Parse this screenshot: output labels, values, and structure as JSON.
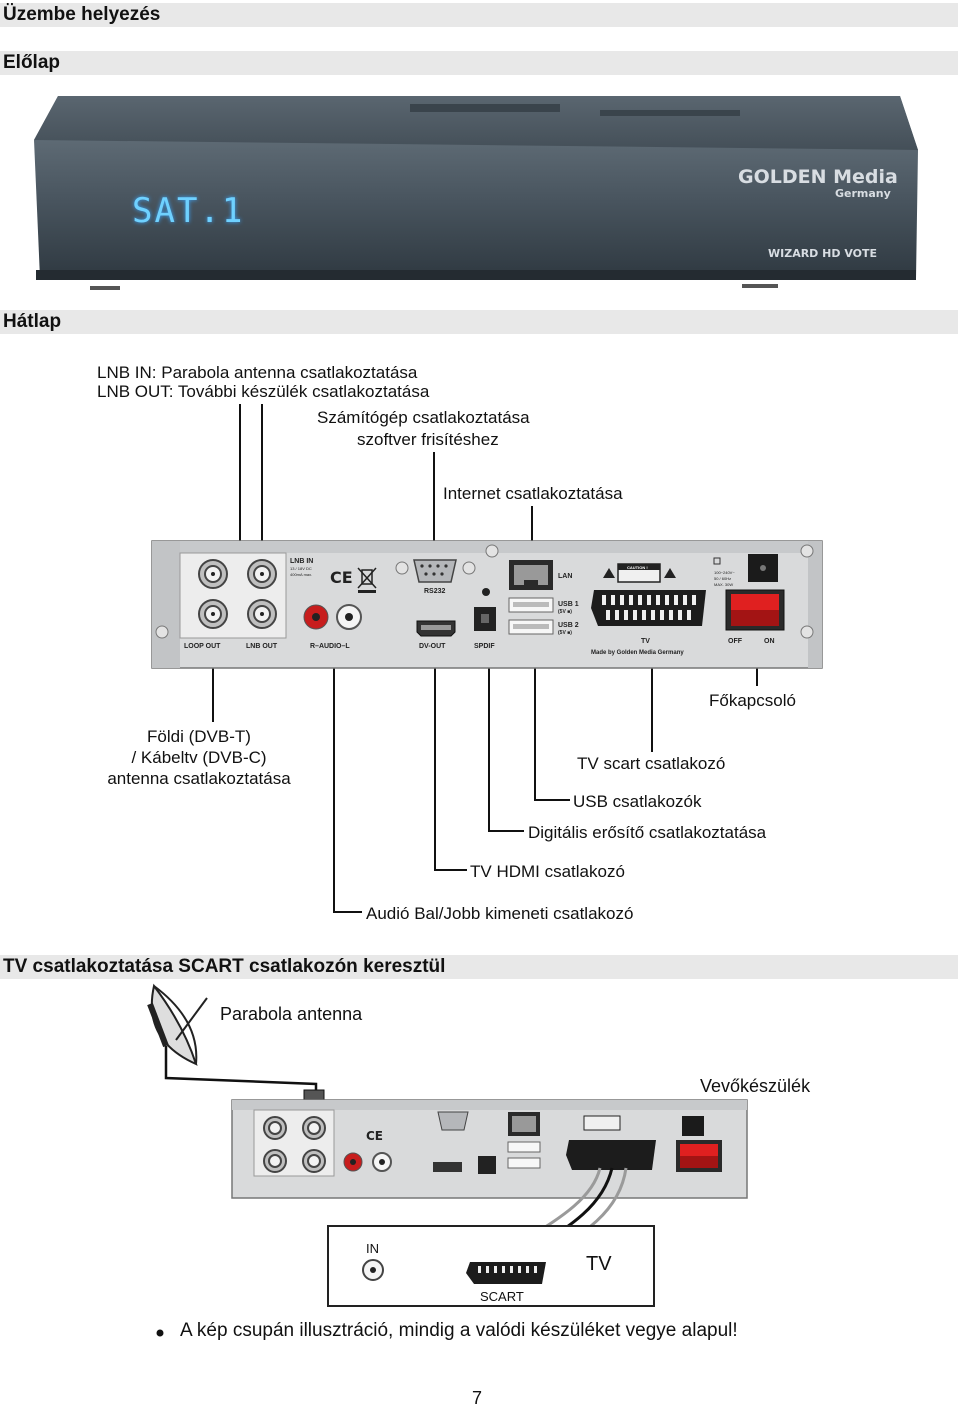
{
  "headings": {
    "main": "Üzembe helyezés",
    "front": "Előlap",
    "back": "Hátlap",
    "scart": "TV csatlakoztatása SCART csatlakozón keresztül"
  },
  "front_panel": {
    "display": "SAT.1",
    "brand": "GOLDEN Media",
    "brand_sub": "Germany",
    "model": "WIZARD HD VOTE"
  },
  "back_labels": {
    "lnb_in": "LNB IN: Parabola antenna csatlakoztatása",
    "lnb_out": "LNB OUT: További készülék csatlakoztatása",
    "rs232_line1": "Számítógép csatlakoztatása",
    "rs232_line2": "szoftver frisítéshez",
    "internet": "Internet csatlakoztatása",
    "power": "Főkapcsoló",
    "terrestrial_1": "Földi (DVB-T)",
    "terrestrial_2": "/ Kábeltv (DVB-C)",
    "terrestrial_3": "antenna csatlakoztatása",
    "tv_scart": "TV scart csatlakozó",
    "usb": "USB csatlakozók",
    "spdif": "Digitális erősítő csatlakoztatása",
    "hdmi": "TV HDMI csatlakozó",
    "audio": "Audió Bal/Jobb kimeneti csatlakozó"
  },
  "rear_panel_print": {
    "lnb_in": "LNB IN",
    "lnb_in_spec1": "13 / 18V DC",
    "lnb_in_spec2": "400mA max.",
    "loop_out": "LOOP OUT",
    "lnb_out": "LNB OUT",
    "audio": "R–AUDIO–L",
    "rs232": "RS232",
    "dv_out": "DV-OUT",
    "spdif": "SPDIF",
    "lan": "LAN",
    "usb1": "USB 1",
    "usb2": "USB 2",
    "usb_spec": "(5V ■)",
    "caution": "CAUTION !",
    "tv": "TV",
    "made_by": "Made by Golden Media Germany",
    "power_spec1": "100~240V~",
    "power_spec2": "50 / 60Hz",
    "power_spec3": "MAX. 30W",
    "off": "OFF",
    "on": "ON"
  },
  "scart_diagram": {
    "dish": "Parabola antenna",
    "receiver": "Vevőkészülék",
    "in": "IN",
    "tv": "TV",
    "scart": "SCART"
  },
  "bullet_note": "A kép csupán illusztráció, mindig a valódi készüléket vegye alapul!",
  "page_number": "7"
}
